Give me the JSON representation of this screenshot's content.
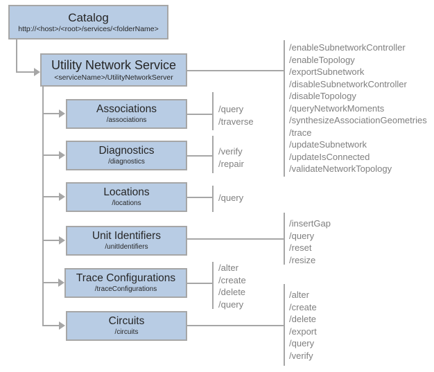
{
  "diagram": {
    "nodes": {
      "catalog": {
        "title": "Catalog",
        "subtitle": "http://<host>/<root>/services/<folderName>"
      },
      "uns": {
        "title": "Utility Network Service",
        "subtitle": "<serviceName>/UtilityNetworkServer"
      },
      "associations": {
        "title": "Associations",
        "subtitle": "/associations"
      },
      "diagnostics": {
        "title": "Diagnostics",
        "subtitle": "/diagnostics"
      },
      "locations": {
        "title": "Locations",
        "subtitle": "/locations"
      },
      "unitIdentifiers": {
        "title": "Unit Identifiers",
        "subtitle": "/unitIdentifiers"
      },
      "traceConfigurations": {
        "title": "Trace Configurations",
        "subtitle": "/traceConfigurations"
      },
      "circuits": {
        "title": "Circuits",
        "subtitle": "/circuits"
      }
    },
    "endpoints": {
      "uns": [
        "/enableSubnetworkController",
        "/enableTopology",
        "/exportSubnetwork",
        "/disableSubnetworkController",
        "/disableTopology",
        "/queryNetworkMoments",
        "/synthesizeAssociationGeometries",
        "/trace",
        "/updateSubnetwork",
        "/updateIsConnected",
        "/validateNetworkTopology"
      ],
      "associations": [
        "/query",
        "/traverse"
      ],
      "diagnostics": [
        "/verify",
        "/repair"
      ],
      "locations": [
        "/query"
      ],
      "unitIdentifiers": [
        "/insertGap",
        "/query",
        "/reset",
        "/resize"
      ],
      "traceConfigurations": [
        "/alter",
        "/create",
        "/delete",
        "/query"
      ],
      "circuits": [
        "/alter",
        "/create",
        "/delete",
        "/export",
        "/query",
        "/verify"
      ]
    },
    "colors": {
      "box_fill": "#b8cce4",
      "box_border": "#a6a6a6",
      "connector": "#a6a6a6",
      "box_text": "#262626",
      "endpoint_text": "#7f7f7f",
      "background": "#ffffff"
    }
  }
}
